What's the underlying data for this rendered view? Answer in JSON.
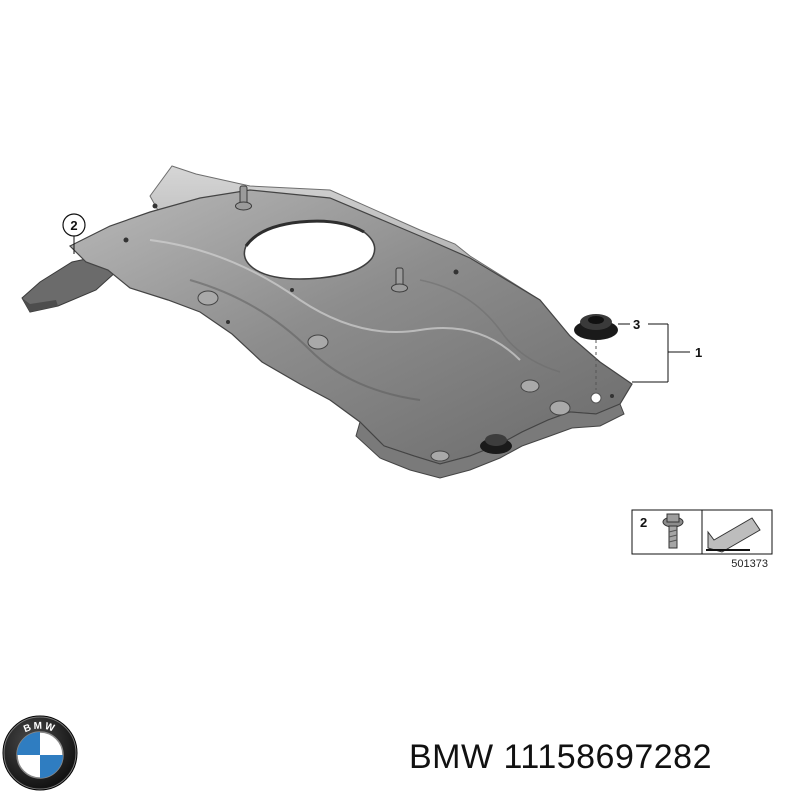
{
  "callouts": {
    "c1": "1",
    "c2": "2",
    "c3": "3"
  },
  "legend": {
    "item": "2",
    "ref_number": "501373"
  },
  "logo": {
    "letters": "BMW"
  },
  "footer": {
    "brand": "BMW",
    "part_number": "11158697282"
  },
  "colors": {
    "plate": "#8a8a8a",
    "plate_dark": "#5c5c5c",
    "plate_light": "#c4c4c4",
    "logo_blue": "#2f7dc1",
    "logo_ring": "#1b1b1b"
  }
}
